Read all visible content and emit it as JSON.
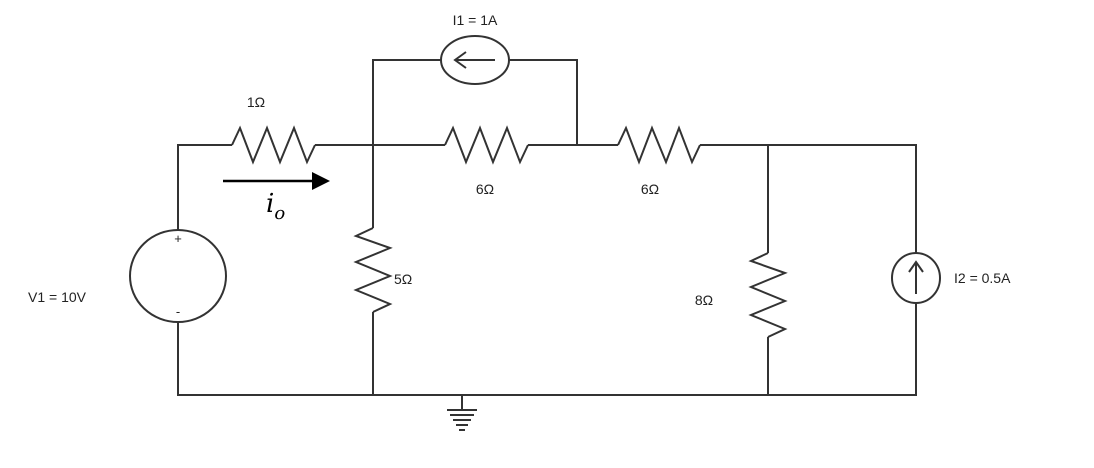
{
  "components": {
    "v1": {
      "label": "V1 = 10V",
      "plus": "+",
      "minus": "-"
    },
    "i1": {
      "label": "I1 = 1A"
    },
    "i2": {
      "label": "I2 = 0.5A"
    },
    "r_series": {
      "label": "1Ω"
    },
    "r_mid": {
      "label": "6Ω"
    },
    "r_right": {
      "label": "6Ω"
    },
    "r_shunt_left": {
      "label": "5Ω"
    },
    "r_shunt_right": {
      "label": "8Ω"
    }
  },
  "current_label": {
    "main": "i",
    "sub": "o"
  },
  "colors": {
    "ink": "#333333",
    "background": "#ffffff",
    "arrow": "#000000"
  }
}
